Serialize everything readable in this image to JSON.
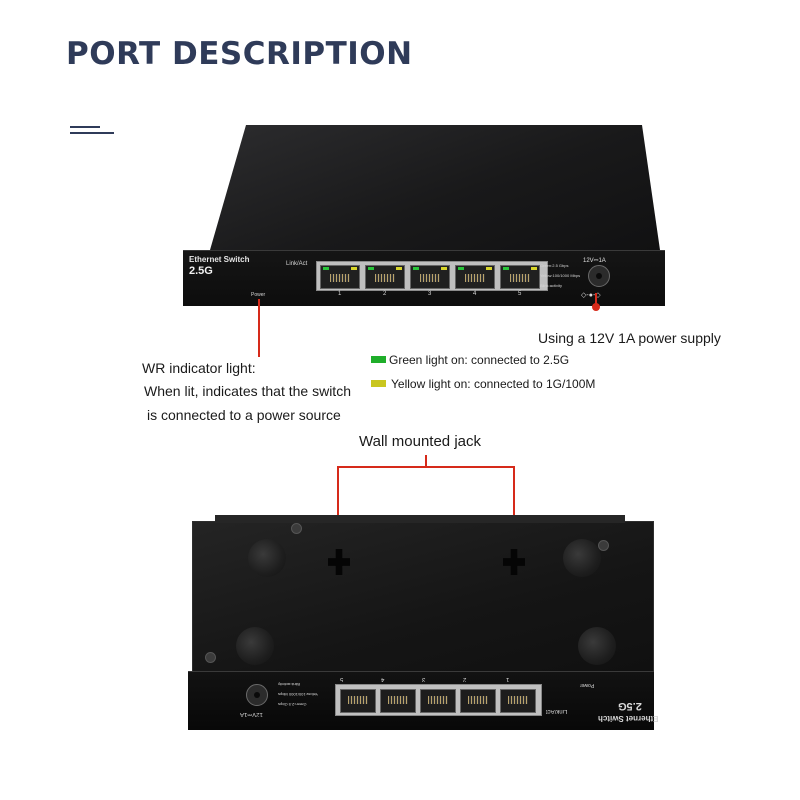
{
  "page": {
    "title": "PORT DESCRIPTION"
  },
  "top_switch": {
    "brand_line1": "Ethernet Switch",
    "brand_line2": "2.5G",
    "power_label": "Power",
    "link_label": "Link/Act",
    "port_numbers": [
      "1",
      "2",
      "3",
      "4",
      "5"
    ],
    "legend_green": "Green:2.5 Gbps",
    "legend_yellow": "Yellow:100/1000 Mbps",
    "legend_blink": "Blink:activity",
    "dc_label": "12V⎓1A",
    "dc_symbol": "◇-●-◇"
  },
  "callouts": {
    "power_supply": "Using a 12V 1A power supply",
    "indicator_line1": "WR indicator light:",
    "indicator_line2": "When lit, indicates that the switch",
    "indicator_line3": "is connected to a power source",
    "green_light": "Green light on: connected to 2.5G",
    "yellow_light": "Yellow light on: connected to 1G/100M",
    "wall_jack": "Wall mounted jack"
  },
  "bottom_switch": {
    "brand_line1": "Ethernet Switch",
    "brand_line2": "2.5G",
    "power_label": "Power",
    "link_label": "Link/Act",
    "port_numbers": [
      "5",
      "4",
      "3",
      "2",
      "1"
    ],
    "legend_green": "Green:2.5 Gbps",
    "legend_yellow": "Yellow:100/1000 Mbps",
    "legend_blink": "Blink:activity",
    "dc_label": "12V⎓1A"
  },
  "colors": {
    "title": "#2f3b59",
    "callout_line": "#d62a1a",
    "green_led": "#29c43a",
    "yellow_led": "#d7d42a"
  }
}
